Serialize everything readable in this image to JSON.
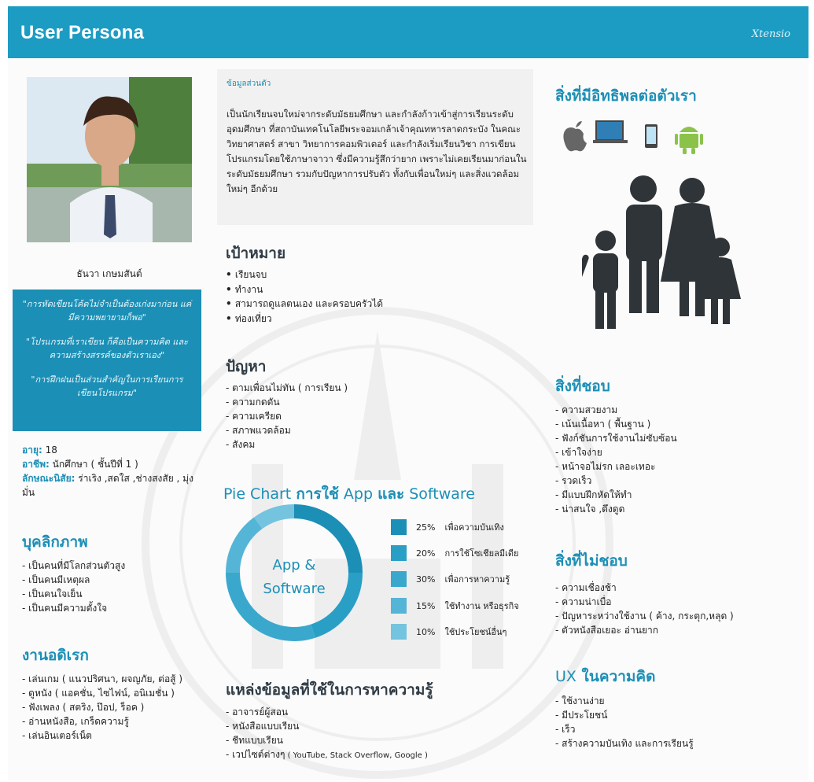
{
  "header": {
    "title": "User Persona",
    "brand": "Xtensio"
  },
  "persona": {
    "name": "ธันวา เกษมสันต์",
    "quotes": [
      "\"การหัดเขียนโค้ดไม่จำเป็นต้องเก่งมาก่อน แค่มีความพยายามก็พอ\"",
      "\"โปรแกรมที่เราเขียน ก็คือเป็นความคิด และความสร้างสรรค์ของตัวเราเอง\"",
      "\"การฝึกฝนเป็นส่วนสำคัญในการเรียนการเขียนโปรแกรม\""
    ],
    "age_label": "อายุ:",
    "age": "18",
    "job_label": "อาชีพ:",
    "job": "นักศึกษา ( ชั้นปีที่ 1 )",
    "trait_label": "ลักษณะนิสัย:",
    "trait": "ร่าเริง ,สดใส ,ช่างสงสัย , มุ่งมั่น"
  },
  "personality": {
    "title": "บุคลิกภาพ",
    "items": [
      "เป็นคนที่มีโลกส่วนตัวสูง",
      "เป็นคนมีเหตุผล",
      "เป็นคนใจเย็น",
      "เป็นคนมีความตั้งใจ"
    ]
  },
  "hobbies": {
    "title": "งานอดิเรก",
    "items": [
      "เล่นเกม ( แนวปริศนา, ผจญภัย, ต่อสู้ )",
      "ดูหนัง ( แอคชั่น, ไซไฟน์, อนิเมชั่น )",
      "ฟังเพลง ( สตริง, ป๊อป, ร็อค )",
      "อ่านหนังสือ, เกร็ดความรู้",
      "เล่นอินเตอร์เน็ต"
    ]
  },
  "bio": {
    "label": "ข้อมูลส่วนตัว",
    "text": "เป็นนักเรียนจบใหม่จากระดับมัธยมศึกษา และกำลังก้าวเข้าสู่การเรียนระดับอุดมศึกษา ที่สถาบันเทคโนโลยีพระจอมเกล้าเจ้าคุณทหารลาดกระบัง ในคณะวิทยาศาสตร์ สาขา วิทยาการคอมพิวเตอร์ และกำลังเริ่มเรียนวิชา การเขียนโปรแกรมโดยใช้ภาษาจาวา ซึ่งมีความรู้สึกว่ายาก เพราะไม่เคยเรียนมาก่อนในระดับมัธยมศึกษา รวมกับปัญหาการปรับตัว ทั้งกับเพื่อนใหม่ๆ และสิ่งแวดล้อมใหม่ๆ อีกด้วย"
  },
  "goals": {
    "title": "เป้าหมาย",
    "items": [
      "เรียนจบ",
      "ทำงาน",
      "สามารถดูแลตนเอง และครอบครัวได้",
      "ท่องเที่ยว"
    ]
  },
  "problems": {
    "title": "ปัญหา",
    "items": [
      "ตามเพื่อนไม่ทัน ( การเรียน )",
      "ความกดดัน",
      "ความเครียด",
      "สภาพแวดล้อม",
      "สังคม"
    ]
  },
  "chart_title": {
    "part1": "Pie Chart ",
    "part2": "การใช้",
    "part3": " App ",
    "part4": "และ",
    "part5": " Software"
  },
  "chart_data": {
    "type": "pie",
    "title": "Pie Chart การใช้ App และ Software",
    "center_label_line1": "App &",
    "center_label_line2": "Software",
    "categories": [
      "เพื่อความบันเทิง",
      "การใช้โซเชียลมีเดีย",
      "เพื่อการหาความรู้",
      "ใช้ทำงาน หรือธุรกิจ",
      "ใช้ประโยชน์อื่นๆ"
    ],
    "values": [
      25,
      20,
      30,
      15,
      10
    ],
    "value_labels": [
      "25%",
      "20%",
      "30%",
      "15%",
      "10%"
    ],
    "colors": [
      "#1c8fb6",
      "#2a9fc6",
      "#3aa8cc",
      "#55b5d6",
      "#74c3df"
    ]
  },
  "sources": {
    "title": "แหล่งข้อมูลที่ใช้ในการหาความรู้",
    "items": [
      "อาจารย์ผู้สอน",
      "หนังสือแบบเรียน",
      "ชีทแบบเรียน"
    ],
    "last_item_main": "เวปไซต์ต่างๆ",
    "last_item_note": " ( YouTube, Stack Overflow, Google )"
  },
  "influences": {
    "title": "สิ่งที่มีอิทธิพลต่อตัวเรา",
    "icons": [
      "apple-icon",
      "laptop-icon",
      "smartphone-icon",
      "android-icon",
      "family-icon"
    ]
  },
  "likes": {
    "title": "สิ่งที่ชอบ",
    "items": [
      "ความสวยงาม",
      "เน้นเนื้อหา ( พื้นฐาน )",
      "ฟังก์ชันการใช้งานไม่ซับซ้อน",
      "เข้าใจง่าย",
      "หน้าจอไม่รก เลอะเทอะ",
      "รวดเร็ว",
      "มีแบบฝึกหัดให้ทำ",
      "น่าสนใจ ,ดึงดูด"
    ]
  },
  "dislikes": {
    "title": "สิ่งที่ไม่ชอบ",
    "items": [
      "ความเชื่องช้า",
      "ความน่าเบื่อ",
      "ปัญหาระหว่างใช้งาน ( ค้าง, กระตุก,หลุด )",
      "ตัวหนังสือเยอะ อ่านยาก"
    ]
  },
  "ux": {
    "title_a": "UX",
    "title_b": " ในความคิด",
    "items": [
      "ใช้งานง่าย",
      "มีประโยชน์",
      "เร็ว",
      "สร้างความบันเทิง และการเรียนรู้"
    ]
  }
}
